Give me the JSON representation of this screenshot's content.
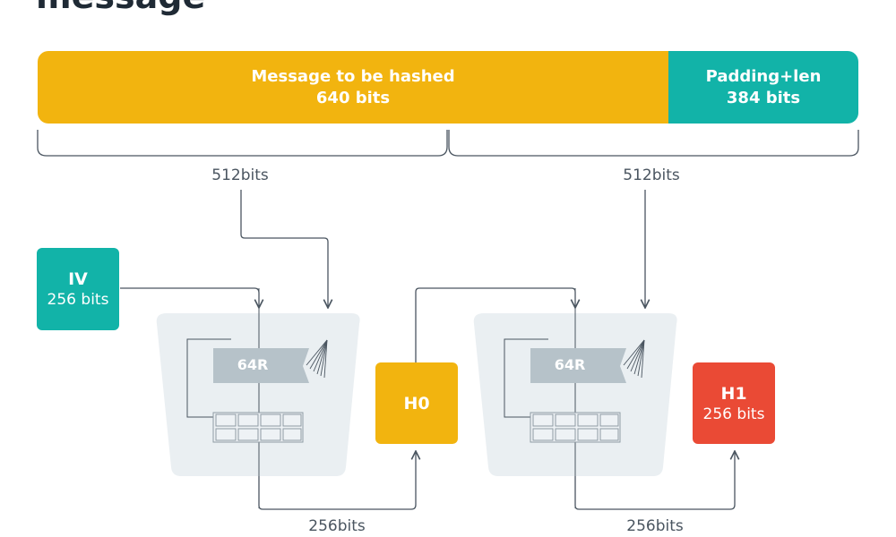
{
  "title": "message",
  "bar": {
    "message": {
      "line1": "Message to be hashed",
      "line2": "640 bits"
    },
    "padding": {
      "line1": "Padding+len",
      "line2": "384 bits"
    }
  },
  "labels": {
    "block1": "512bits",
    "block2": "512bits",
    "out1": "256bits",
    "out2": "256bits"
  },
  "iv": {
    "title": "IV",
    "bits": "256 bits"
  },
  "compress1": {
    "rounds": "64R"
  },
  "compress2": {
    "rounds": "64R"
  },
  "h0": {
    "title": "H0"
  },
  "h1": {
    "title": "H1",
    "bits": "256 bits"
  },
  "colors": {
    "message": "#f2b40f",
    "padding": "#12b3a8",
    "iv": "#12b3a8",
    "h0": "#f2b40f",
    "h1": "#ea4a35",
    "compress_bg": "#eaeff2",
    "round_box": "#b6c2c9",
    "line": "#4a5560"
  }
}
